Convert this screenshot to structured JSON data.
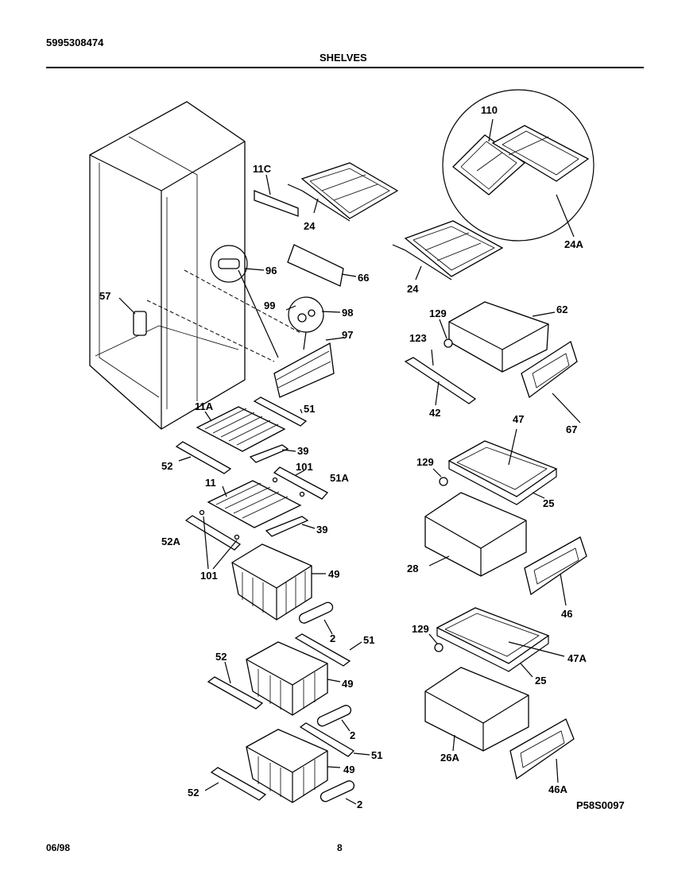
{
  "document_number": "5995308474",
  "section_title": "SHELVES",
  "footer_date": "06/98",
  "page_number": "8",
  "diagram_code": "P58S0097",
  "callouts": [
    {
      "id": "c110",
      "text": "110"
    },
    {
      "id": "c11c",
      "text": "11C"
    },
    {
      "id": "c24a",
      "text": "24"
    },
    {
      "id": "c24A",
      "text": "24A"
    },
    {
      "id": "c24b",
      "text": "24"
    },
    {
      "id": "c96",
      "text": "96"
    },
    {
      "id": "c66",
      "text": "66"
    },
    {
      "id": "c57",
      "text": "57"
    },
    {
      "id": "c99",
      "text": "99"
    },
    {
      "id": "c98",
      "text": "98"
    },
    {
      "id": "c129a",
      "text": "129"
    },
    {
      "id": "c62",
      "text": "62"
    },
    {
      "id": "c123",
      "text": "123"
    },
    {
      "id": "c97",
      "text": "97"
    },
    {
      "id": "c42",
      "text": "42"
    },
    {
      "id": "c67",
      "text": "67"
    },
    {
      "id": "c11A",
      "text": "11A"
    },
    {
      "id": "c51a",
      "text": "51"
    },
    {
      "id": "c39a",
      "text": "39"
    },
    {
      "id": "c52a",
      "text": "52"
    },
    {
      "id": "c101a",
      "text": "101"
    },
    {
      "id": "c51A",
      "text": "51A"
    },
    {
      "id": "c11",
      "text": "11"
    },
    {
      "id": "c129b",
      "text": "129"
    },
    {
      "id": "c47",
      "text": "47"
    },
    {
      "id": "c25a",
      "text": "25"
    },
    {
      "id": "c39b",
      "text": "39"
    },
    {
      "id": "c52A",
      "text": "52A"
    },
    {
      "id": "c101b",
      "text": "101"
    },
    {
      "id": "c49a",
      "text": "49"
    },
    {
      "id": "c28",
      "text": "28"
    },
    {
      "id": "c46",
      "text": "46"
    },
    {
      "id": "c2a",
      "text": "2"
    },
    {
      "id": "c51b",
      "text": "51"
    },
    {
      "id": "c129c",
      "text": "129"
    },
    {
      "id": "c47A",
      "text": "47A"
    },
    {
      "id": "c52b",
      "text": "52"
    },
    {
      "id": "c49b",
      "text": "49"
    },
    {
      "id": "c25b",
      "text": "25"
    },
    {
      "id": "c2b",
      "text": "2"
    },
    {
      "id": "c51c",
      "text": "51"
    },
    {
      "id": "c49c",
      "text": "49"
    },
    {
      "id": "c26A",
      "text": "26A"
    },
    {
      "id": "c52c",
      "text": "52"
    },
    {
      "id": "c46A",
      "text": "46A"
    },
    {
      "id": "c2c",
      "text": "2"
    }
  ]
}
